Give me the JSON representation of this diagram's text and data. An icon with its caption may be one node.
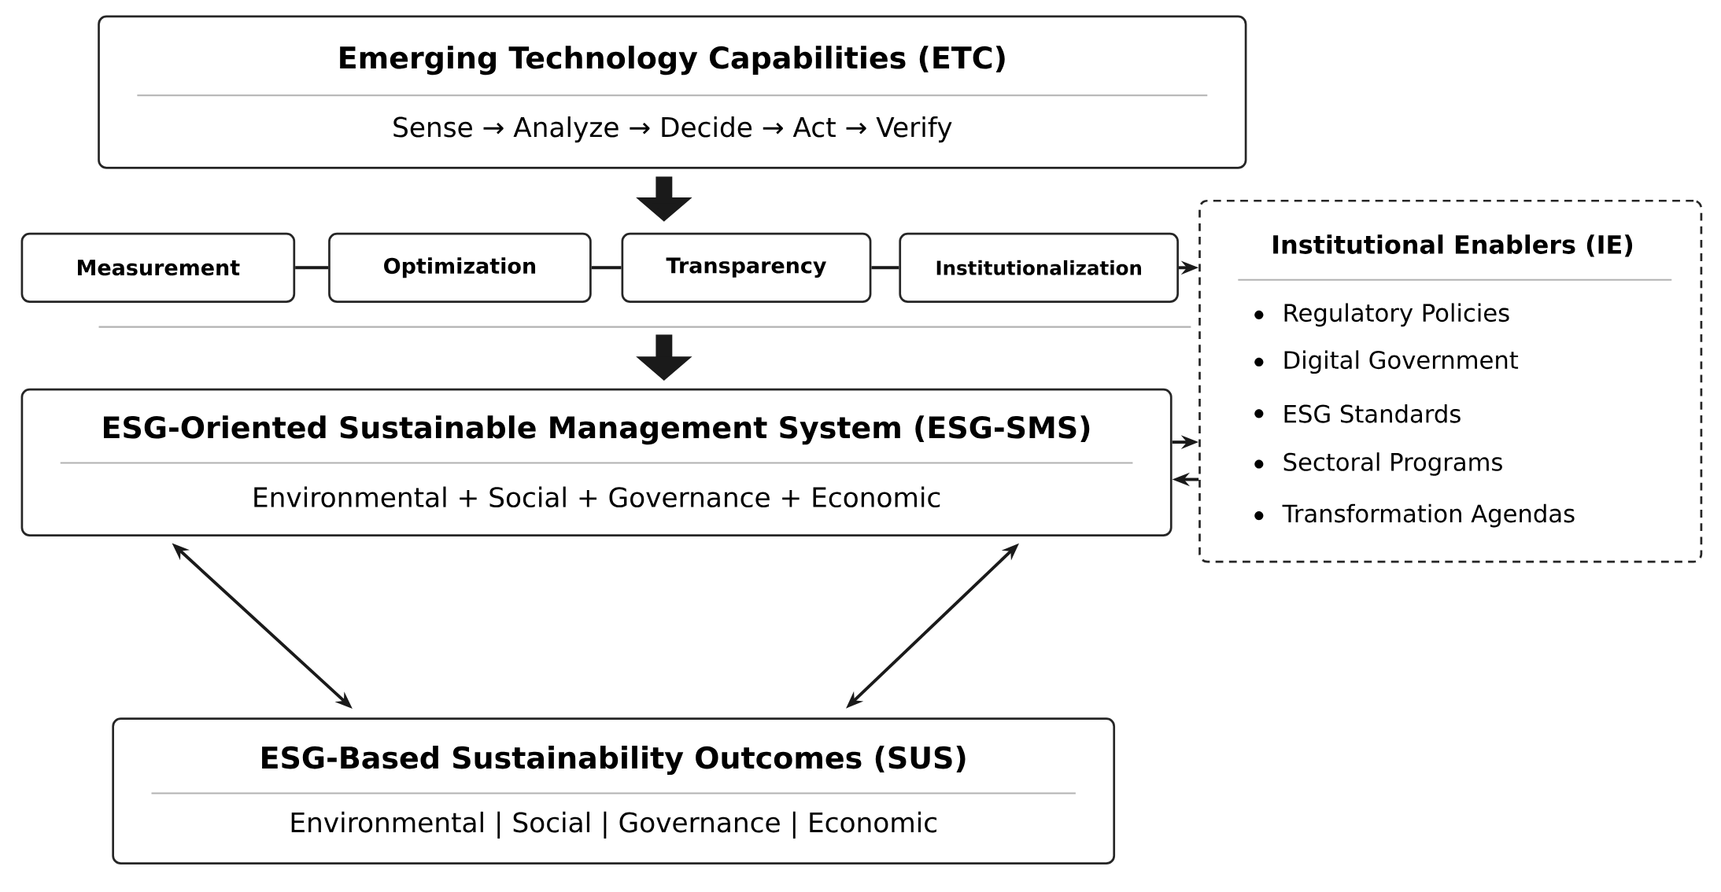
{
  "diagram": {
    "nodes": [
      {
        "text": [
          "Emerging Technology Capabilities (ETC)",
          "Sense → Analyze → Decide → Act → Verify"
        ]
      },
      {
        "text": [
          "Measurement"
        ]
      },
      {
        "text": [
          "Optimization"
        ]
      },
      {
        "text": [
          "Transparency"
        ]
      },
      {
        "text": [
          "Institutionalization"
        ]
      },
      {
        "text": [
          "Institutional Enablers (IE)",
          "Regulatory Policies",
          "Digital Government",
          "ESG Standards",
          "Sectoral Programs",
          "Transformation Agendas"
        ]
      },
      {
        "text": [
          "ESG-Oriented Sustainable Management System (ESG-SMS)",
          "Environmental + Social + Governance + Economic"
        ]
      },
      {
        "text": [
          "ESG-Based Sustainability Outcomes (SUS)",
          "Environmental | Social | Governance | Economic"
        ]
      }
    ],
    "edges": [
      {
        "from": 0,
        "to": 3,
        "arrow": "to",
        "style": "thick"
      },
      {
        "from": 1,
        "to": 2,
        "arrow": "none"
      },
      {
        "from": 2,
        "to": 3,
        "arrow": "none"
      },
      {
        "from": 3,
        "to": 4,
        "arrow": "none"
      },
      {
        "from": 4,
        "to": 5,
        "arrow": "to"
      },
      {
        "from": null,
        "to": 6,
        "arrow": "to",
        "style": "thick"
      },
      {
        "from": 6,
        "to": 5,
        "arrow": "to"
      },
      {
        "from": 5,
        "to": 6,
        "arrow": "to"
      },
      {
        "from": 6,
        "to": 7,
        "arrow": "both"
      },
      {
        "from": 6,
        "to": 7,
        "arrow": "both"
      }
    ]
  }
}
